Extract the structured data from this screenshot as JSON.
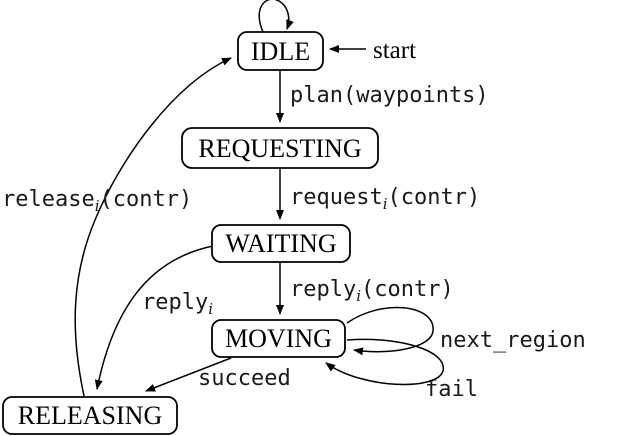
{
  "diagram": {
    "background": "#ffffff",
    "line_color": "#000000",
    "start_label": "start",
    "nodes": [
      {
        "id": "idle",
        "label": "IDLE"
      },
      {
        "id": "requesting",
        "label": "REQUESTING"
      },
      {
        "id": "waiting",
        "label": "WAITING"
      },
      {
        "id": "moving",
        "label": "MOVING"
      },
      {
        "id": "releasing",
        "label": "RELEASING"
      }
    ],
    "edges": {
      "plan": {
        "pre": "plan(waypoints)",
        "sub": "",
        "post": ""
      },
      "request": {
        "pre": "request",
        "sub": "i",
        "post": "(contr)"
      },
      "reply_contr": {
        "pre": "reply",
        "sub": "i",
        "post": "(contr)"
      },
      "next_region": {
        "pre": "next_region",
        "sub": "",
        "post": ""
      },
      "fail": {
        "pre": "fail",
        "sub": "",
        "post": ""
      },
      "succeed": {
        "pre": "succeed",
        "sub": "",
        "post": ""
      },
      "reply": {
        "pre": "reply",
        "sub": "i",
        "post": ""
      },
      "release": {
        "pre": "release",
        "sub": "i",
        "post": "(contr)"
      }
    }
  }
}
